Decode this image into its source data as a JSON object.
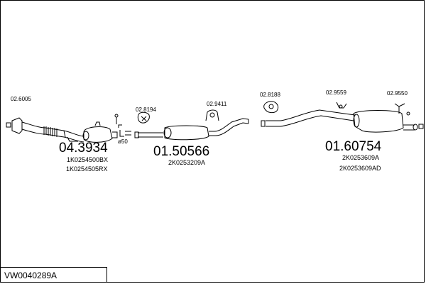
{
  "reference": "VW0040289A",
  "parts": {
    "gasket_front": "02.6005",
    "front_pipe": "04.3934",
    "front_pipe_oe": [
      "1K0254500BX",
      "1K0254505RX"
    ],
    "clamp_diameter": "ø50",
    "rubber_mount_1": "02.8194",
    "middle_silencer": "01.50566",
    "middle_silencer_oe": [
      "2K0253209A"
    ],
    "rubber_mount_2": "02.9411",
    "rubber_mount_3": "02.8188",
    "rear_silencer": "01.60754",
    "rear_silencer_oe": [
      "2K0253609A",
      "2K0253609AD"
    ],
    "rubber_mount_4": "02.9559",
    "rubber_mount_5": "02.9550"
  }
}
